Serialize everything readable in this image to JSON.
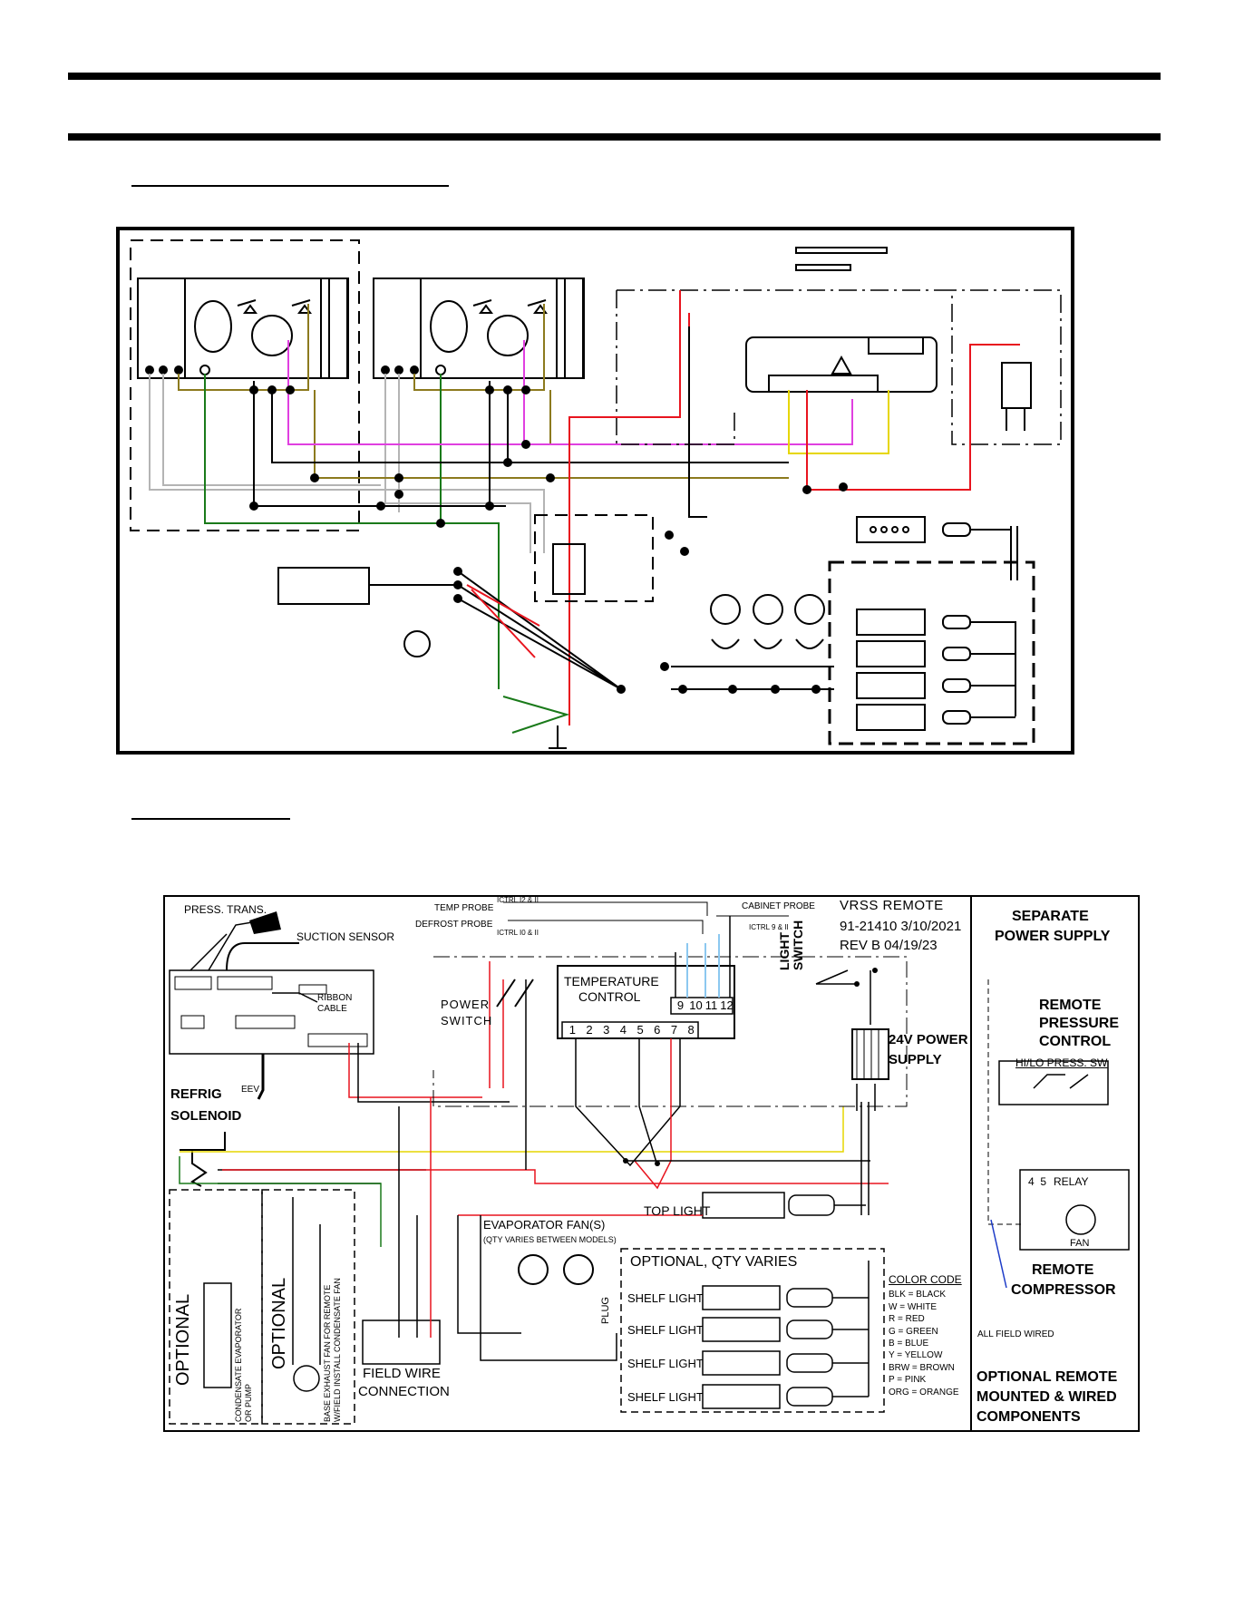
{
  "colors": {
    "red": "#e8141e",
    "green": "#1a7a1a",
    "yellow": "#e6d600",
    "pink": "#e040e0",
    "olive": "#8c7a1e",
    "gray": "#b4b4b4",
    "lightblue": "#8cc8f0",
    "blue": "#1e3cc8",
    "black": "#000000"
  },
  "remote": {
    "header": {
      "model": "VRSS REMOTE",
      "doc": "91-21410  3/10/2021",
      "rev": "REV B 04/19/23"
    },
    "labels": {
      "press_trans": "PRESS. TRANS.",
      "suction_sensor": "SUCTION SENSOR",
      "ribbon_cable": "RIBBON\nCABLE",
      "eev": "EEV",
      "refrig_solenoid_1": "REFRIG",
      "refrig_solenoid_2": "SOLENOID",
      "temp_probe": "TEMP PROBE",
      "defrost_probe": "DEFROST PROBE",
      "ctrl_12_11": "ICTRL  I2 & II",
      "ctrl_10_11": "ICTRL  I0 & II",
      "cabinet_probe": "CABINET PROBE",
      "ctrl_9_11": "ICTRL  9 & II",
      "power_switch_1": "POWER",
      "power_switch_2": "SWITCH",
      "temperature_control_1": "TEMPERATURE",
      "temperature_control_2": "CONTROL",
      "light_switch_1": "LIGHT",
      "light_switch_2": "SWITCH",
      "power_supply_1": "24V POWER",
      "power_supply_2": "SUPPLY",
      "top_light": "TOP LIGHT",
      "evap_fans": "EVAPORATOR FAN(S)",
      "evap_fans_note": "(QTY VARIES BETWEEN MODELS)",
      "plug": "PLUG",
      "optional_qty": "OPTIONAL, QTY VARIES",
      "shelf_light": "SHELF LIGHT",
      "field_wire_1": "FIELD WIRE",
      "field_wire_2": "CONNECTION",
      "optional": "OPTIONAL",
      "condensate": "CONDENSATE EVAPORATOR\nOR PUMP",
      "base_exhaust_1": "BASE EXHAUST FAN FOR REMOTE",
      "base_exhaust_2": "W/FIELD INSTALL CONDENSATE FAN"
    },
    "terminals_top": [
      "9",
      "10",
      "11",
      "12"
    ],
    "terminals_bottom": [
      "1",
      "2",
      "3",
      "4",
      "5",
      "6",
      "7",
      "8"
    ],
    "color_code": {
      "title": "COLOR CODE",
      "entries": [
        "BLK = BLACK",
        "W = WHITE",
        "R = RED",
        "G = GREEN",
        "B = BLUE",
        "Y = YELLOW",
        "BRW = BROWN",
        "P = PINK",
        "ORG = ORANGE"
      ]
    },
    "side_panel": {
      "separate_power_1": "SEPARATE",
      "separate_power_2": "POWER SUPPLY",
      "remote_pressure_1": "REMOTE",
      "remote_pressure_2": "PRESSURE",
      "remote_pressure_3": "CONTROL",
      "hilo": "HI/LO PRESS. SW",
      "relay": "RELAY",
      "relay_terms": "4  5",
      "fan": "FAN",
      "remote_compressor_1": "REMOTE",
      "remote_compressor_2": "COMPRESSOR",
      "all_field_wired": "ALL FIELD WIRED",
      "optional_remote_1": "OPTIONAL REMOTE",
      "optional_remote_2": "MOUNTED & WIRED",
      "optional_remote_3": "COMPONENTS"
    }
  }
}
